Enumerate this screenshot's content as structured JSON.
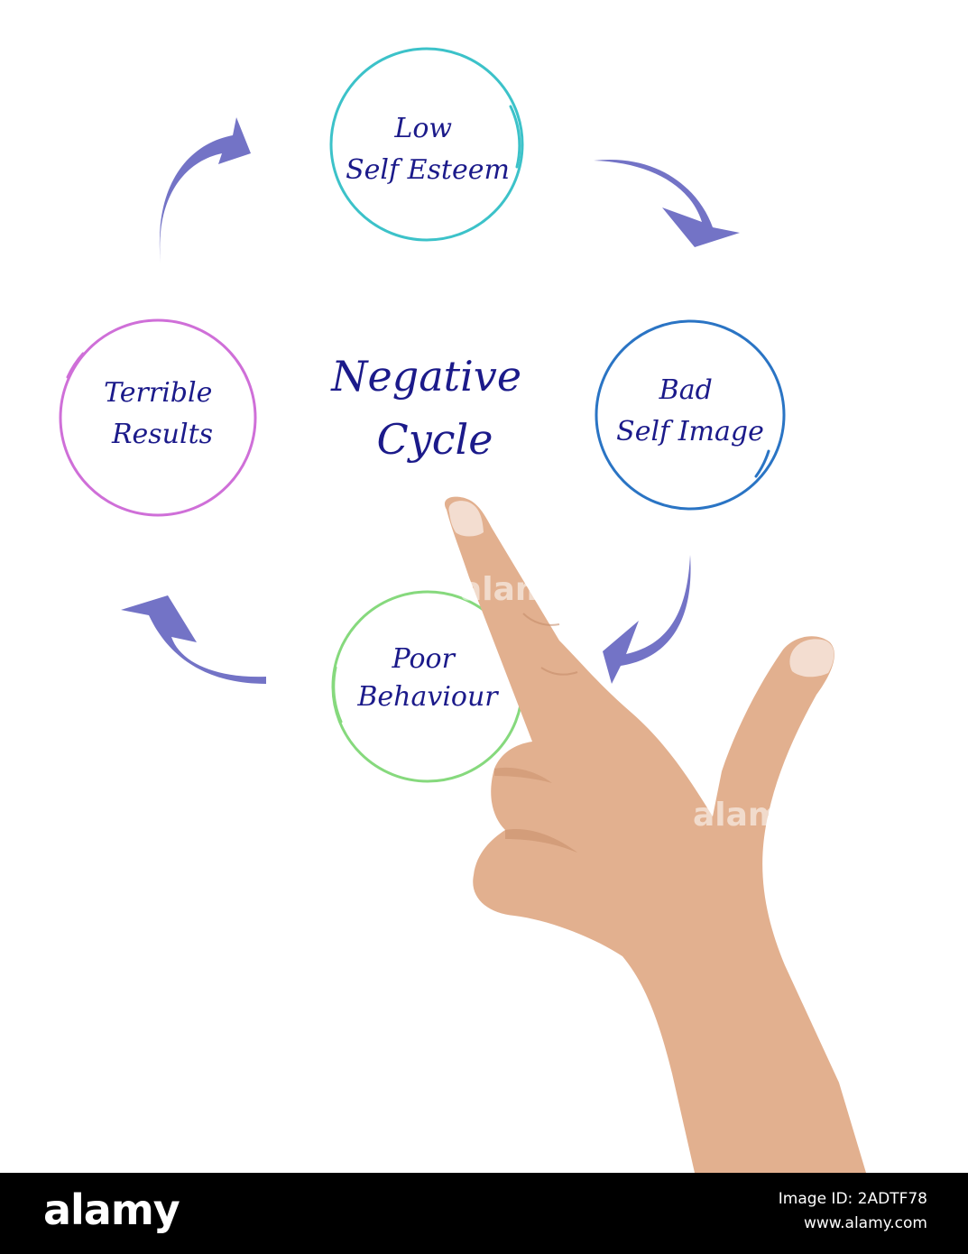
{
  "diagram": {
    "title_lines": [
      "Negative",
      "Cycle"
    ],
    "nodes": [
      {
        "id": "low-self-esteem",
        "lines": [
          "Low",
          "Self Esteem"
        ],
        "color": "#3cc2c9"
      },
      {
        "id": "bad-self-image",
        "lines": [
          "Bad",
          "Self Image"
        ],
        "color": "#2a74c4"
      },
      {
        "id": "poor-behaviour",
        "lines": [
          "Poor",
          "Behaviour"
        ],
        "color": "#86d97d"
      },
      {
        "id": "terrible-results",
        "lines": [
          "Terrible",
          "Results"
        ],
        "color": "#cf6fd8"
      }
    ],
    "text_color": "#1b1a8a",
    "arrow_color": "#7373c6"
  },
  "watermark": "alamy",
  "footer": {
    "logo": "alamy",
    "image_id": "Image ID: 2ADTF78",
    "url": "www.alamy.com"
  }
}
